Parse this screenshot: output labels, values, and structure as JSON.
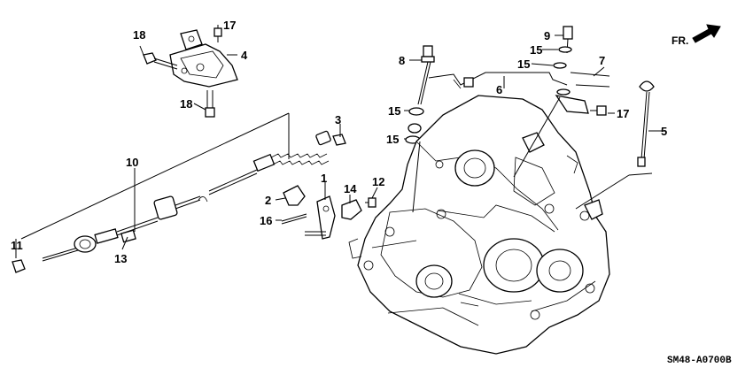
{
  "diagram": {
    "direction_label": "FR.",
    "code": "SM48-A0700B",
    "callouts": {
      "c1": "1",
      "c2": "2",
      "c3": "3",
      "c4": "4",
      "c5": "5",
      "c6": "6",
      "c7": "7",
      "c8": "8",
      "c9": "9",
      "c10": "10",
      "c11": "11",
      "c12": "12",
      "c13": "13",
      "c14": "14",
      "c15a": "15",
      "c15b": "15",
      "c15c": "15",
      "c15d": "15",
      "c16": "16",
      "c17a": "17",
      "c17b": "17",
      "c18a": "18",
      "c18b": "18"
    }
  }
}
